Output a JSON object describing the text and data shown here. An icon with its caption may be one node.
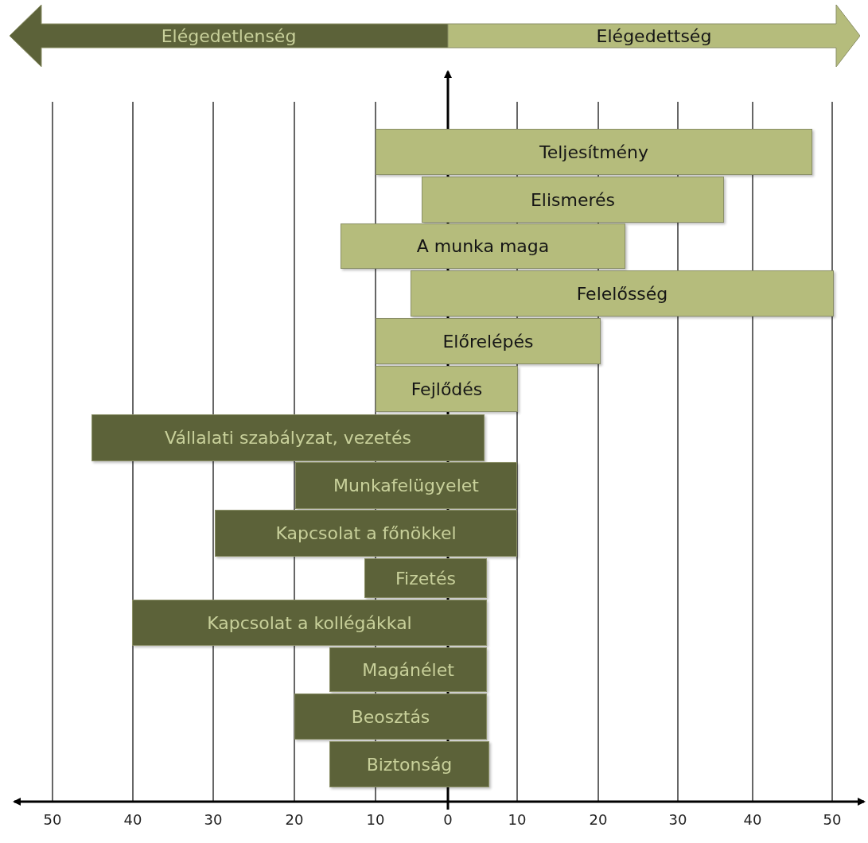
{
  "diagram": {
    "nodes": [
      {
        "text": [
          "Elégedetlenség"
        ]
      },
      {
        "text": [
          "Elégedettség"
        ]
      },
      {
        "text": [
          "Teljesítmény"
        ]
      },
      {
        "text": [
          "Elismerés"
        ]
      },
      {
        "text": [
          "A munka maga"
        ]
      },
      {
        "text": [
          "Felelősség"
        ]
      },
      {
        "text": [
          "Előrelépés"
        ]
      },
      {
        "text": [
          "Fejlődés"
        ]
      },
      {
        "text": [
          "Vállalati szabályzat, vezetés"
        ]
      },
      {
        "text": [
          "Munkafelügyelet"
        ]
      },
      {
        "text": [
          "Kapcsolat a főnökkel"
        ]
      },
      {
        "text": [
          "Fizetés"
        ]
      },
      {
        "text": [
          "Kapcsolat a kollégákkal"
        ]
      },
      {
        "text": [
          "Magánélet"
        ]
      },
      {
        "text": [
          "Beosztás"
        ]
      },
      {
        "text": [
          "Biztonság"
        ]
      }
    ],
    "labels": [
      "50",
      "40",
      "30",
      "20",
      "10",
      "0",
      "10",
      "20",
      "30",
      "40",
      "50"
    ]
  }
}
